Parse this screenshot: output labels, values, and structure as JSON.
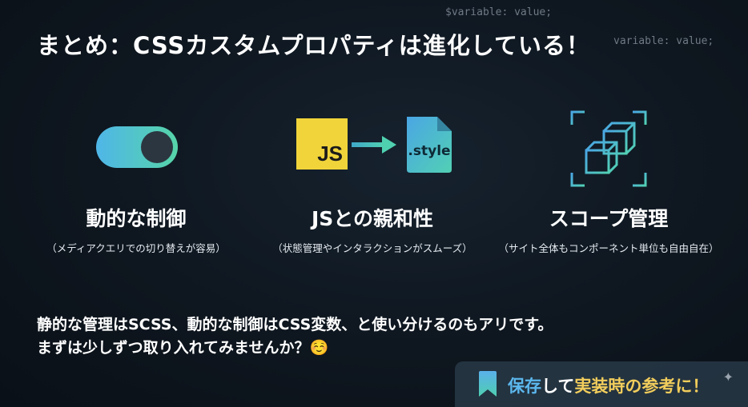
{
  "background_code": {
    "line1": "$variable: value;",
    "line2": "variable: value;"
  },
  "title": "まとめ：CSSカスタムプロパティは進化している！",
  "features": [
    {
      "icon": "toggle-switch-icon",
      "title": "動的な制御",
      "subtitle": "（メディアクエリでの切り替えが容易）"
    },
    {
      "icon": "js-to-style-icon",
      "title": "JSとの親和性",
      "subtitle": "（状態管理やインタラクションがスムーズ）",
      "js_label": "JS",
      "file_label": ".style"
    },
    {
      "icon": "cube-scope-icon",
      "title": "スコープ管理",
      "subtitle": "（サイト全体もコンポーネント単位も自由自在）"
    }
  ],
  "summary": {
    "line1": "静的な管理はSCSS、動的な制御はCSS変数、と使い分けるのもアリです。",
    "line2": "まずは少しずつ取り入れてみませんか？☺️"
  },
  "save_banner": {
    "part1": "保存",
    "part2": "して",
    "part3": "実装時の参考に！"
  },
  "colors": {
    "accent_blue": "#5cb8ee",
    "accent_yellow": "#f2cd5c",
    "js_yellow": "#f0d43a",
    "toggle_gradient_start": "#4fb6e8",
    "toggle_gradient_end": "#56d4a8"
  }
}
